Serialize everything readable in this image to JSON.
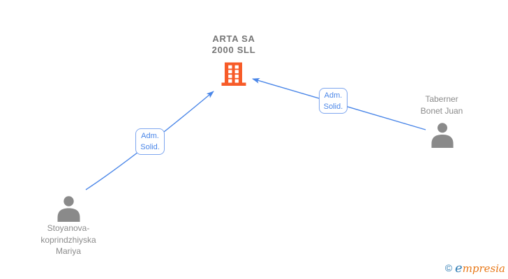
{
  "nodes": {
    "company": {
      "label": [
        "ARTA SA",
        "2000 SLL"
      ]
    },
    "person_left": {
      "label": [
        "Stoyanova-",
        "koprindzhiyska",
        "Mariya"
      ]
    },
    "person_right": {
      "label": [
        "Taberner",
        "Bonet Juan"
      ]
    }
  },
  "edges": {
    "left": {
      "label": [
        "Adm.",
        "Solid."
      ]
    },
    "right": {
      "label": [
        "Adm.",
        "Solid."
      ]
    }
  },
  "watermark": {
    "symbol": "©",
    "brand_initial": "e",
    "brand_rest": "mpresia"
  },
  "colors": {
    "edge_blue": "#4a86e8",
    "label_border_blue": "#7ea6ef",
    "label_text_blue": "#4a86e8",
    "building_orange": "#f75b28",
    "person_gray": "#8a8a8a",
    "name_text_gray": "#8b8b8b",
    "company_title_gray": "#757575",
    "logo_blue": "#2e7cb4",
    "logo_orange": "#e87818"
  }
}
